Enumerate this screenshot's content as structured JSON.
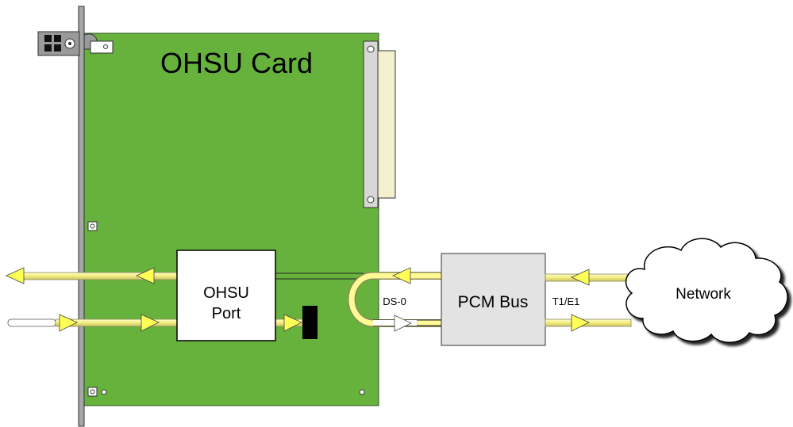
{
  "card": {
    "title": "OHSU Card",
    "color": "#66b23c"
  },
  "port": {
    "line1": "OHSU",
    "line2": "Port"
  },
  "pcm_bus": {
    "label": "PCM Bus",
    "color": "#e3e3e3"
  },
  "network": {
    "label": "Network"
  },
  "links": {
    "ds0": "DS-0",
    "t1e1": "T1/E1"
  },
  "colors": {
    "signal_line": "#fffa96",
    "signal_line_edge": "#8c8a5a",
    "arrow_fill": "#ffff55",
    "faceplate": "#a6a6a6",
    "connector": "#f3efcf",
    "loopback_block": "#000000"
  },
  "icons": [
    "card-ejector-icon",
    "arrow-left-icon",
    "arrow-right-icon",
    "cloud-icon",
    "loopback-plug-icon"
  ]
}
